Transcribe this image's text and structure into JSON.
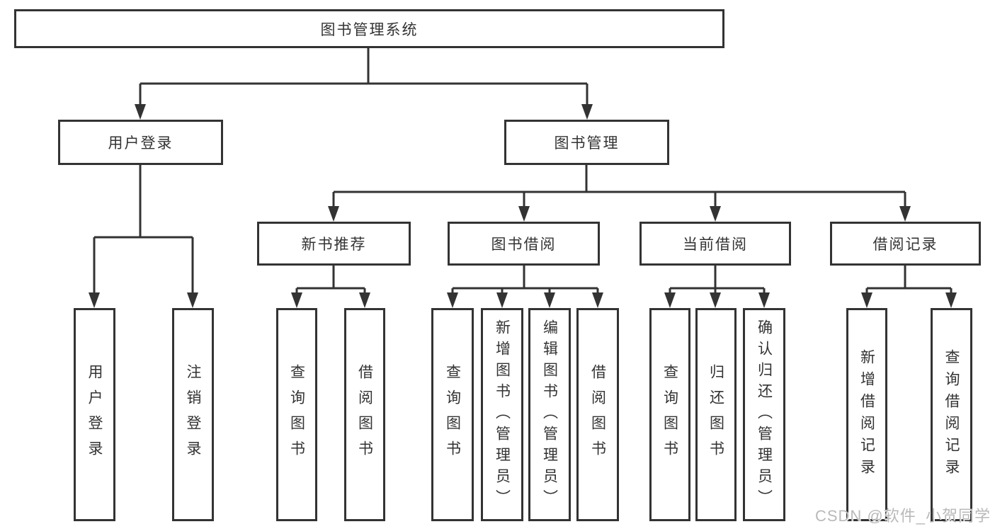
{
  "diagram_type": "hierarchy-tree",
  "colors": {
    "line": "#333333",
    "box_border": "#333333",
    "text": "#333333",
    "watermark": "#b9b9b9",
    "background": "#ffffff"
  },
  "tree": {
    "label": "图书管理系统",
    "children": [
      {
        "label": "用户登录",
        "children": [
          {
            "label": "用户登录"
          },
          {
            "label": "注销登录"
          }
        ]
      },
      {
        "label": "图书管理",
        "children": [
          {
            "label": "新书推荐",
            "children": [
              {
                "label": "查询图书"
              },
              {
                "label": "借阅图书"
              }
            ]
          },
          {
            "label": "图书借阅",
            "children": [
              {
                "label": "查询图书"
              },
              {
                "label": "新增图书（管理员）"
              },
              {
                "label": "编辑图书（管理员）"
              },
              {
                "label": "借阅图书"
              }
            ]
          },
          {
            "label": "当前借阅",
            "children": [
              {
                "label": "查询图书"
              },
              {
                "label": "归还图书"
              },
              {
                "label": "确认归还（管理员）"
              }
            ]
          },
          {
            "label": "借阅记录",
            "children": [
              {
                "label": "新增借阅记录"
              },
              {
                "label": "查询借阅记录"
              }
            ]
          }
        ]
      }
    ]
  },
  "watermark": "CSDN @软件_小贺同学"
}
